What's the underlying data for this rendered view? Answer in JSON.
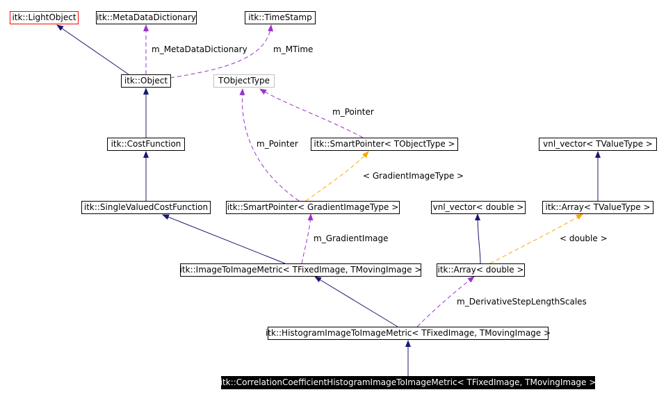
{
  "nodes": {
    "light_object": "itk::LightObject",
    "metadata_dictionary": "itk::MetaDataDictionary",
    "time_stamp": "itk::TimeStamp",
    "object": "itk::Object",
    "tobject_type": "TObjectType",
    "cost_function": "itk::CostFunction",
    "smart_pointer_tobject": "itk::SmartPointer< TObjectType >",
    "vnl_vector_tvalue": "vnl_vector< TValueType >",
    "single_valued_cost_function": "itk::SingleValuedCostFunction",
    "smart_pointer_gradient": "itk::SmartPointer< GradientImageType >",
    "vnl_vector_double": "vnl_vector< double >",
    "array_tvalue": "itk::Array< TValueType >",
    "image_to_image_metric": "itk::ImageToImageMetric< TFixedImage, TMovingImage >",
    "array_double": "itk::Array< double >",
    "histogram_metric": "itk::HistogramImageToImageMetric< TFixedImage, TMovingImage >",
    "correlation_metric": "itk::CorrelationCoefficientHistogramImageToImageMetric< TFixedImage, TMovingImage >"
  },
  "edge_labels": {
    "m_metadata_dictionary": "m_MetaDataDictionary",
    "m_mtime": "m_MTime",
    "m_pointer_top": "m_Pointer",
    "m_pointer_left": "m_Pointer",
    "gradient_image_type": "< GradientImageType >",
    "m_gradient_image": "m_GradientImage",
    "double_template": "< double >",
    "m_derivative_step_length_scales": "m_DerivativeStepLengthScales"
  },
  "colors": {
    "inheritance": "#191970",
    "usage": "#9a32cd",
    "template": "#ffa500"
  }
}
